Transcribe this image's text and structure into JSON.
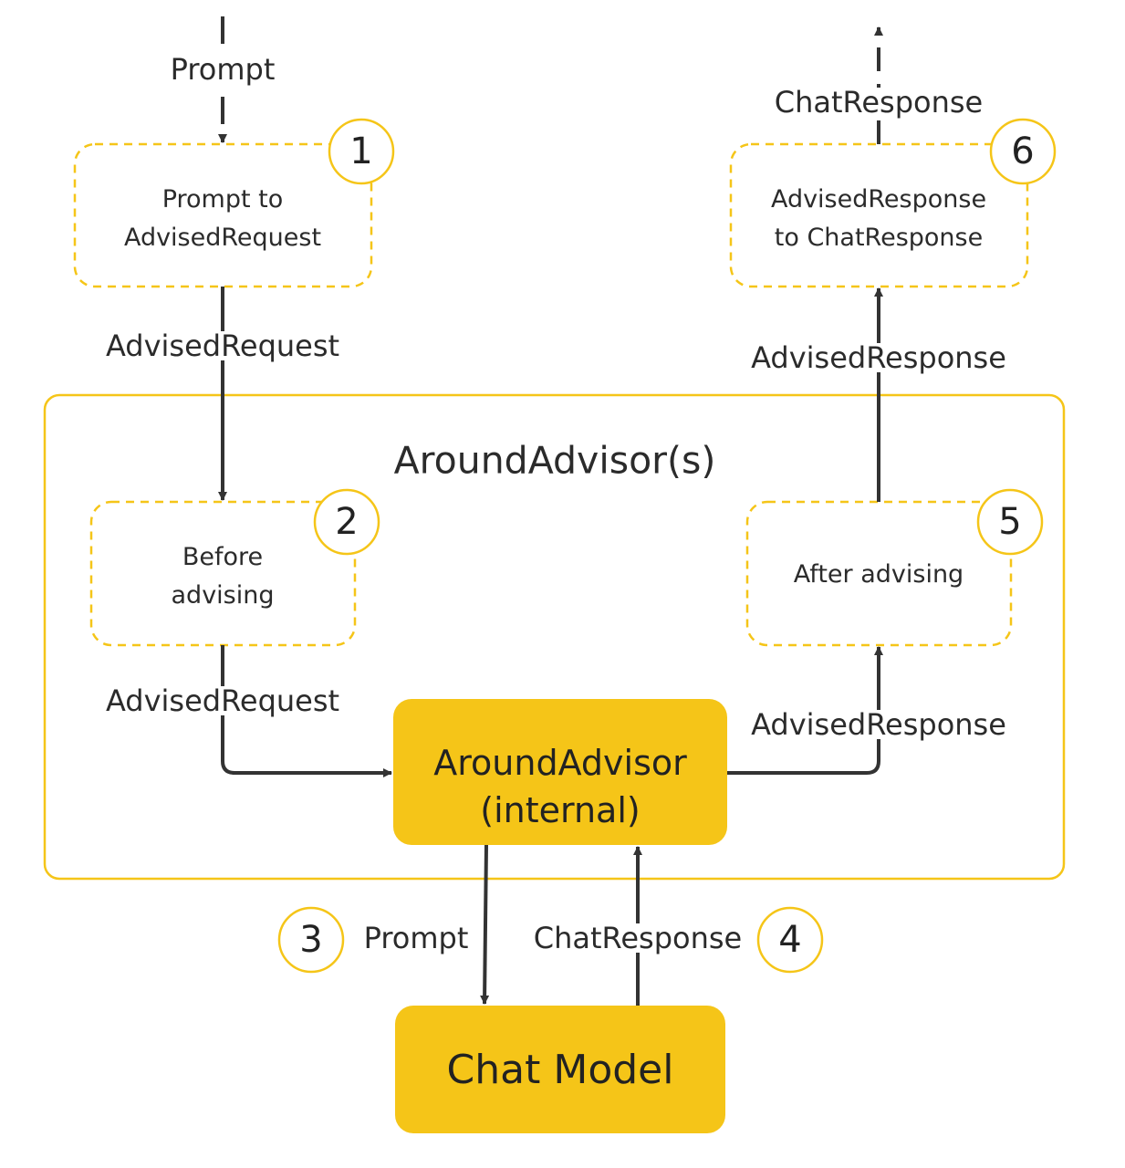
{
  "input": {
    "label": "Prompt"
  },
  "output": {
    "label": "ChatResponse"
  },
  "nodes": {
    "n1": {
      "step": "1",
      "line1": "Prompt to",
      "line2": "AdvisedRequest"
    },
    "n6": {
      "step": "6",
      "line1": "AdvisedResponse",
      "line2": "to ChatResponse"
    },
    "n2": {
      "step": "2",
      "line1": "Before",
      "line2": "advising"
    },
    "n5": {
      "step": "5",
      "line1": "After advising"
    },
    "internal": {
      "line1": "AroundAdvisor",
      "line2": "(internal)"
    },
    "chat_model": {
      "label": "Chat Model"
    }
  },
  "group": {
    "title": "AroundAdvisor(s)"
  },
  "edges": {
    "n1_to_n2": "AdvisedRequest",
    "n5_to_n6": "AdvisedResponse",
    "n2_to_internal": "AdvisedRequest",
    "internal_to_n5": "AdvisedResponse",
    "to_model": {
      "step": "3",
      "label": "Prompt"
    },
    "from_model": {
      "step": "4",
      "label": "ChatResponse"
    }
  },
  "colors": {
    "accent": "#f5c518",
    "solid_fill": "#f5c518",
    "line": "#333333"
  }
}
